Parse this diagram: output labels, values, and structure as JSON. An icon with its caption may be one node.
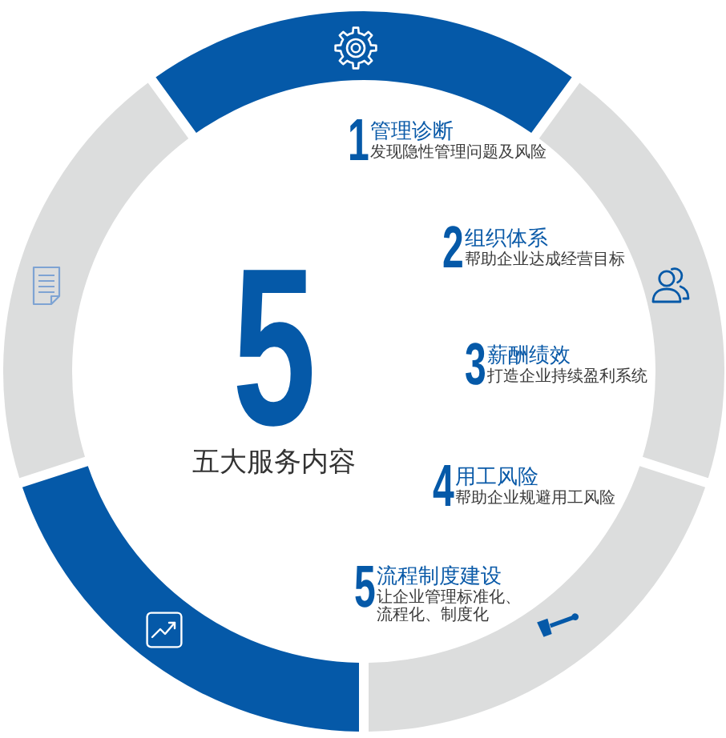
{
  "diagram": {
    "labels": [
      "5",
      "五大服务内容",
      "1",
      "管理诊断",
      "发现隐性管理问题及风险",
      "2",
      "组织体系",
      "帮助企业达成经营目标",
      "3",
      "薪酬绩效",
      "打造企业持续盈利系统",
      "4",
      "用工风险",
      "帮助企业规避用工风险",
      "5",
      "流程制度建设",
      "让企业管理标准化、流程化、制度化"
    ]
  }
}
